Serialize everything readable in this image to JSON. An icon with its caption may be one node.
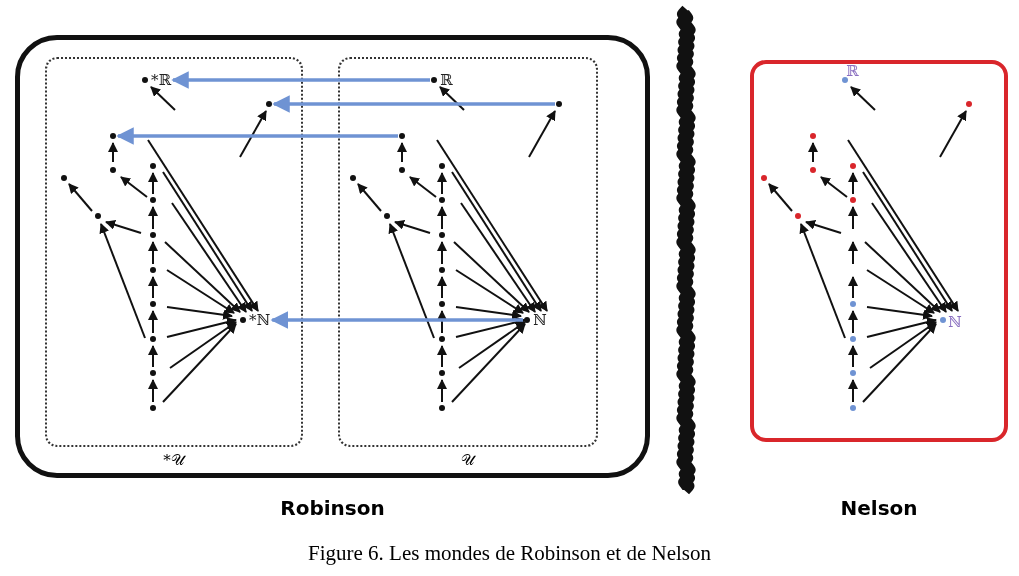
{
  "diagram": {
    "caption": "Figure 6. Les mondes de Robinson et de Nelson",
    "nodes": [
      {
        "text": [
          "Robinson"
        ]
      },
      {
        "text": [
          "*𝒰"
        ],
        "in": 0
      },
      {
        "text": [
          "𝒰"
        ],
        "in": 0
      },
      {
        "text": [
          "*ℝ"
        ],
        "in": 1
      },
      {
        "text": [],
        "shape": "circle",
        "in": 1
      },
      {
        "text": [],
        "shape": "circle",
        "in": 1
      },
      {
        "text": [
          "*ℕ"
        ],
        "in": 1
      },
      {
        "text": [
          "ℝ"
        ],
        "in": 2
      },
      {
        "text": [],
        "shape": "circle",
        "in": 2
      },
      {
        "text": [],
        "shape": "circle",
        "in": 2
      },
      {
        "text": [
          "ℕ"
        ],
        "in": 2
      },
      {
        "text": [
          "Nelson"
        ]
      }
    ],
    "edges": [
      {
        "from": 7,
        "to": 3,
        "arrow": "to",
        "color": "#6f93d3"
      },
      {
        "from": 8,
        "to": 4,
        "arrow": "to",
        "color": "#6f93d3"
      },
      {
        "from": 9,
        "to": 5,
        "arrow": "to",
        "color": "#6f93d3"
      },
      {
        "from": 10,
        "to": 6,
        "arrow": "to",
        "color": "#6f93d3"
      }
    ],
    "labels": [
      "ℝ",
      "ℕ"
    ]
  }
}
